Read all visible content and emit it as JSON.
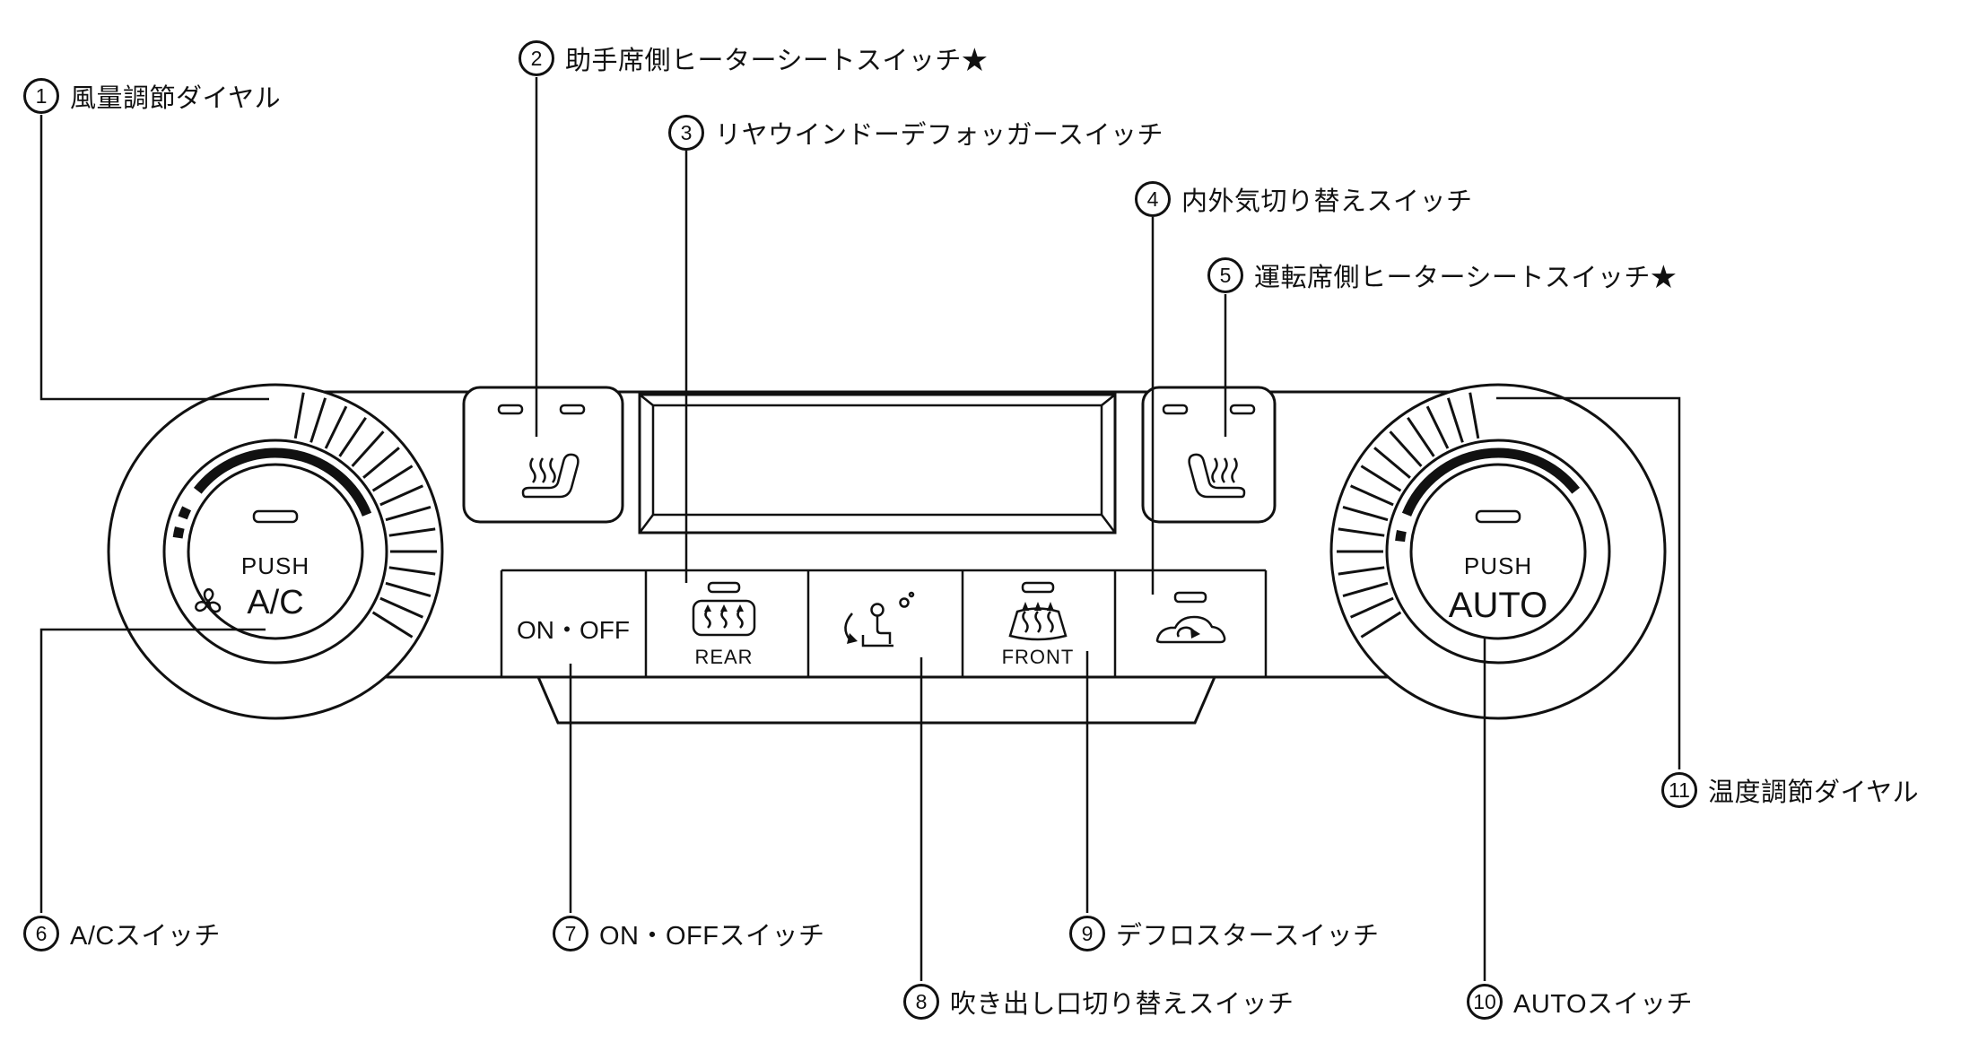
{
  "figure": {
    "callouts": [
      {
        "num": "1",
        "label": "風量調節ダイヤル"
      },
      {
        "num": "2",
        "label": "助手席側ヒーターシートスイッチ★"
      },
      {
        "num": "3",
        "label": "リヤウインドーデフォッガースイッチ"
      },
      {
        "num": "4",
        "label": "内外気切り替えスイッチ"
      },
      {
        "num": "5",
        "label": "運転席側ヒーターシートスイッチ★"
      },
      {
        "num": "6",
        "label": "A/Cスイッチ"
      },
      {
        "num": "7",
        "label": "ON・OFFスイッチ"
      },
      {
        "num": "8",
        "label": "吹き出し口切り替えスイッチ"
      },
      {
        "num": "9",
        "label": "デフロスタースイッチ"
      },
      {
        "num": "10",
        "label": "AUTOスイッチ"
      },
      {
        "num": "11",
        "label": "温度調節ダイヤル"
      }
    ],
    "panel": {
      "left_dial": {
        "push_label": "PUSH",
        "mode_label": "A/C"
      },
      "right_dial": {
        "push_label": "PUSH",
        "mode_label": "AUTO"
      },
      "buttons": {
        "on_off_label": "ON・OFF",
        "rear_label": "REAR",
        "front_label": "FRONT"
      }
    },
    "colors": {
      "line": "#111111",
      "background": "#ffffff"
    }
  }
}
